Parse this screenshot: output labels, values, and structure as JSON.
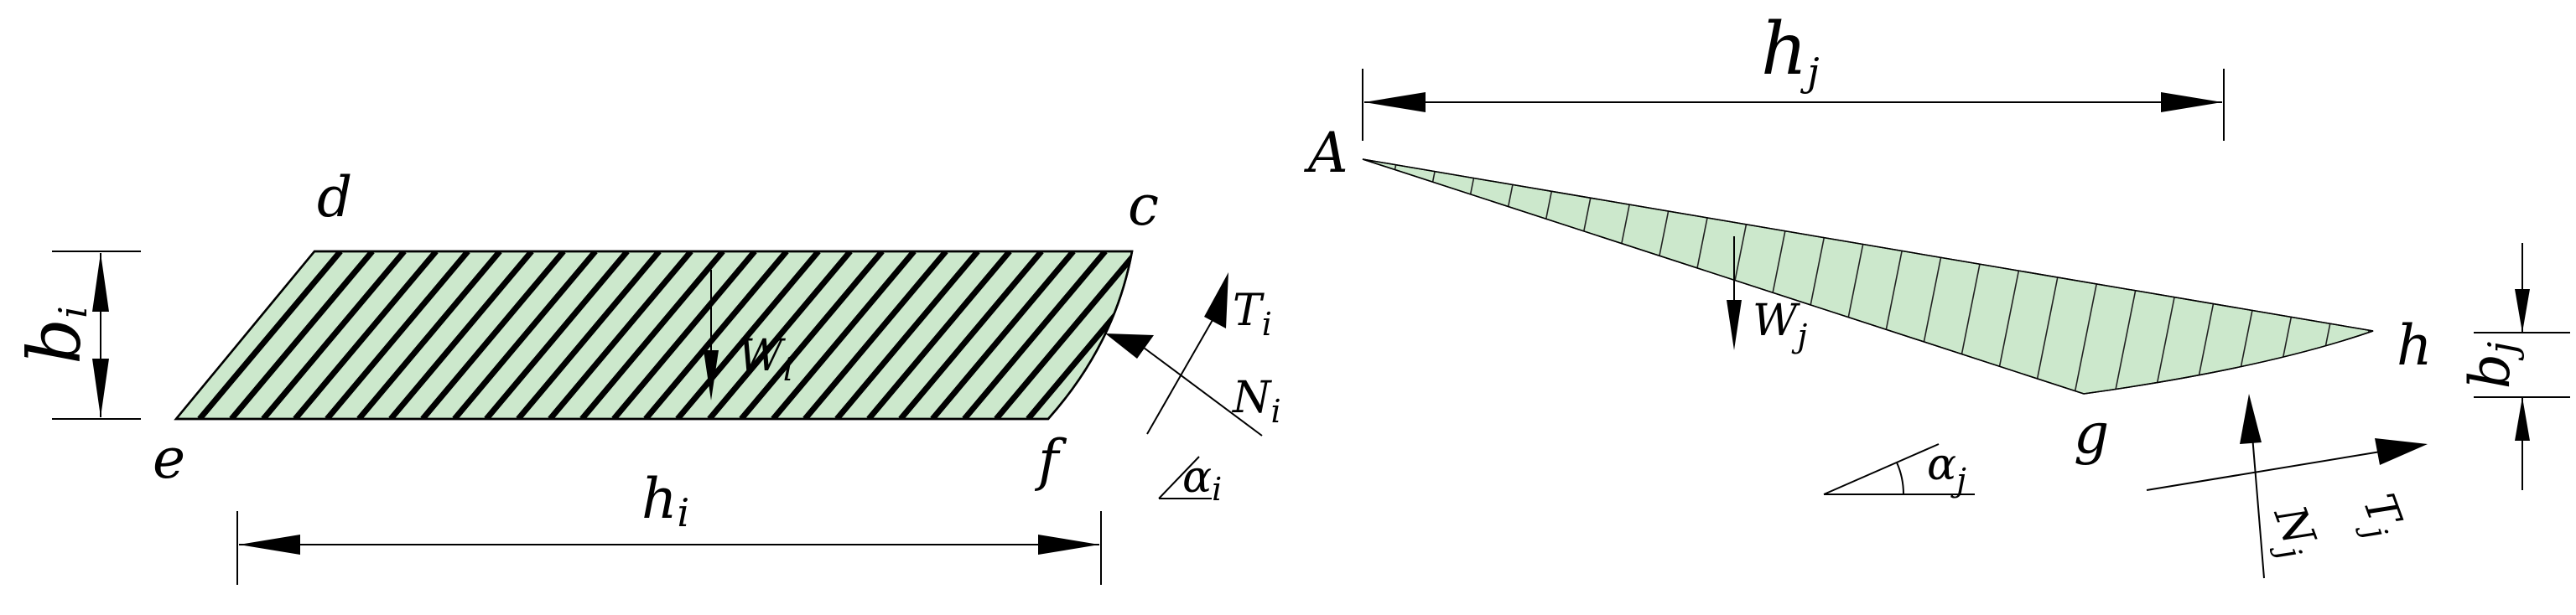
{
  "left_block": {
    "fill_color": "#cce8cc",
    "corners": {
      "top_left": "d",
      "top_right": "c",
      "bottom_left": "e",
      "bottom_right": "f"
    },
    "height_dim": {
      "main": "b",
      "sub": "i"
    },
    "width_dim": {
      "main": "h",
      "sub": "i"
    },
    "weight": {
      "main": "W",
      "sub": "i"
    },
    "shear": {
      "main": "T",
      "sub": "i"
    },
    "normal": {
      "main": "N",
      "sub": "i"
    },
    "angle": {
      "main": "α",
      "sub": "i"
    }
  },
  "right_block": {
    "fill_color": "#cce8cc",
    "corners": {
      "left": "A",
      "right": "h",
      "bottom": "g"
    },
    "height_dim": {
      "main": "b",
      "sub": "j"
    },
    "width_dim": {
      "main": "h",
      "sub": "j"
    },
    "weight": {
      "main": "W",
      "sub": "j"
    },
    "shear": {
      "main": "T",
      "sub": "j"
    },
    "normal": {
      "main": "N",
      "sub": "j"
    },
    "angle": {
      "main": "α",
      "sub": "j"
    }
  }
}
